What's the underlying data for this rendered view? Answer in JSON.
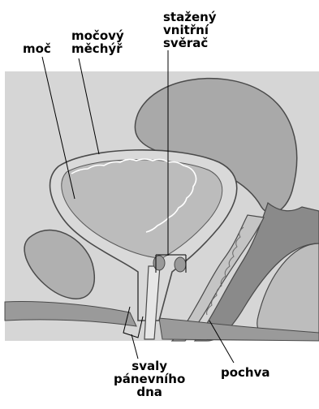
{
  "labels": {
    "urine": [
      "moč"
    ],
    "bladder": [
      "močový",
      "měchýř"
    ],
    "sphincter": [
      "stažený",
      "vnitřní",
      "svěrač"
    ],
    "pelvic_floor": [
      "svaly",
      "pánevního",
      "dna"
    ],
    "vagina": [
      "pochva"
    ]
  },
  "colors": {
    "background": "#d6d6d6",
    "tissue": "#b4b4b4",
    "bladder_wall": "#d9d9d9",
    "urine": "#bcbcbc",
    "dark_tissue": "#8a8a8a",
    "outline": "#4a4a4a",
    "label": "#000000"
  }
}
